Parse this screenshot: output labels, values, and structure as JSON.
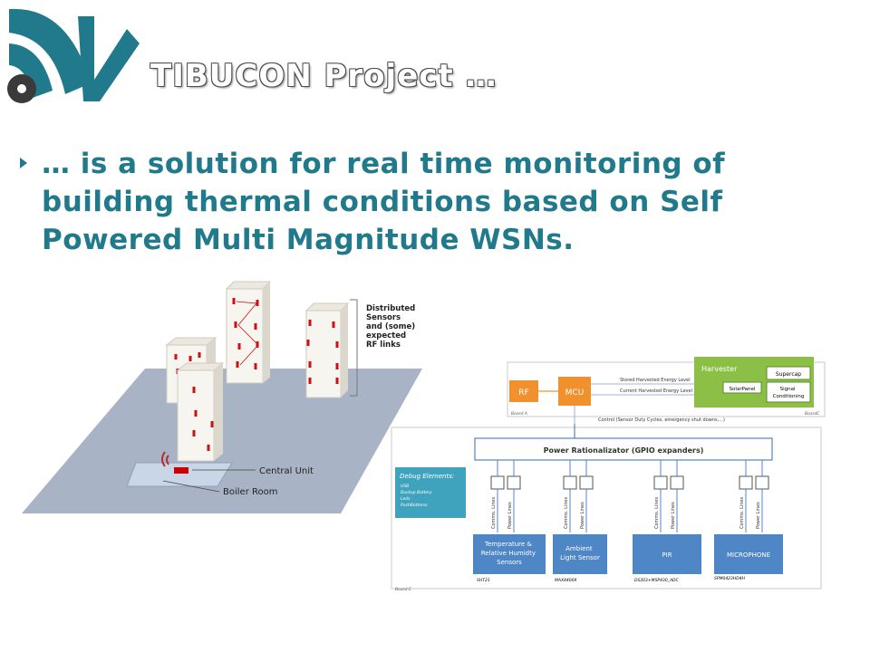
{
  "slide": {
    "title": "TIBUCON Project …",
    "bullet": "… is a solution for real time monitoring of building thermal conditions based on Self Powered Multi Magnitude WSNs."
  },
  "building_diagram": {
    "sensors_note": [
      "Distributed",
      "Sensors",
      "and (some)",
      "expected",
      "RF links"
    ],
    "central_unit": "Central Unit",
    "boiler_room": "Boiler Room"
  },
  "architecture": {
    "rf": "RF",
    "mcu": "MCU",
    "harvester_title": "Harvester",
    "supercap": "Supercap",
    "solar_panel": "SolarPanel",
    "signal_conditioning": [
      "Signal",
      "Conditioning"
    ],
    "stored_energy": "Stored  Harvested Energy Level",
    "current_energy": "Current Harvested Energy Level",
    "board_a": "Board A",
    "board_b": "BoardC",
    "control_text": "Control (Sensor Duty Cycles, emergency shut downs,...)",
    "power_rationalizer": "Power Rationalizator (GPIO expanders)",
    "debug_title": "Debug Elements:",
    "debug_items": [
      "USB",
      "Backup Battery",
      "Leds",
      "PushBottoms"
    ],
    "line_comms": "Comms. Lines",
    "line_power": "Power Lines",
    "sensors": [
      {
        "name": [
          "Temperature &",
          "Relative Humidty",
          "Sensors"
        ],
        "part": "SHT21"
      },
      {
        "name": [
          "Ambient",
          "Light Sensor"
        ],
        "part": "MAX44009"
      },
      {
        "name": [
          "PIR"
        ],
        "part": "DS203+MSP430_ADC"
      },
      {
        "name": [
          "MICROPHONE"
        ],
        "part": "SPM0423HD4H"
      }
    ],
    "board_c": "Board C"
  },
  "colors": {
    "accent": "#217a8c",
    "rf_orange": "#f0912e",
    "harvester_green": "#8bbf45",
    "sensor_blue": "#4f86c6",
    "debug_teal": "#3fa3bd"
  }
}
